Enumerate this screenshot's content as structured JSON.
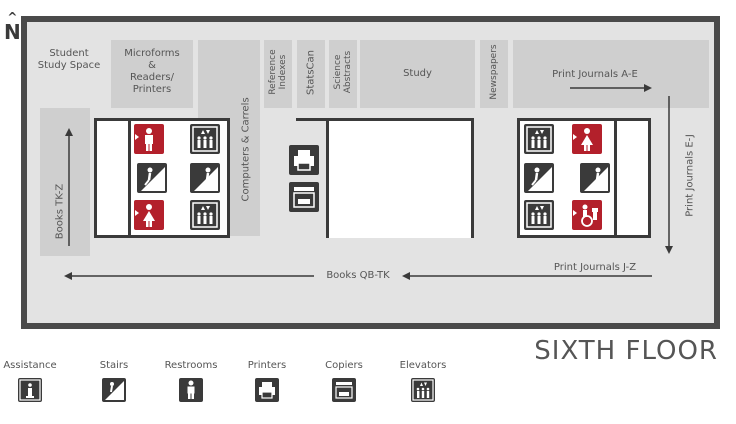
{
  "north_label": "N",
  "floor_title": "SIXTH FLOOR",
  "rooms": {
    "student_study_space": "Student\nStudy Space",
    "microforms": "Microforms\n&\nReaders/\nPrinters",
    "computers_carrels": "Computers & Carrels",
    "reference_indexes": "Reference\nIndexes",
    "statscan": "StatsCan",
    "science_abstracts": "Science\nAbstracts",
    "study": "Study",
    "newspapers": "Newspapers"
  },
  "stacks": {
    "print_journals_ae": "Print Journals A-E",
    "print_journals_ej": "Print Journals E-J",
    "print_journals_jz": "Print Journals J-Z",
    "books_qbtk": "Books QB-TK",
    "books_tkz": "Books TK-Z"
  },
  "legend": [
    {
      "label": "Assistance",
      "icon": "assistance-icon"
    },
    {
      "label": "Stairs",
      "icon": "stairs-icon"
    },
    {
      "label": "Restrooms",
      "icon": "restroom-icon"
    },
    {
      "label": "Printers",
      "icon": "printer-icon"
    },
    {
      "label": "Copiers",
      "icon": "copier-icon"
    },
    {
      "label": "Elevators",
      "icon": "elevator-icon"
    }
  ],
  "colors": {
    "wall": "#3a3a3a",
    "floor": "#e3e3e3",
    "room": "#cfcfcf",
    "restroom_accent": "#b3202b"
  }
}
